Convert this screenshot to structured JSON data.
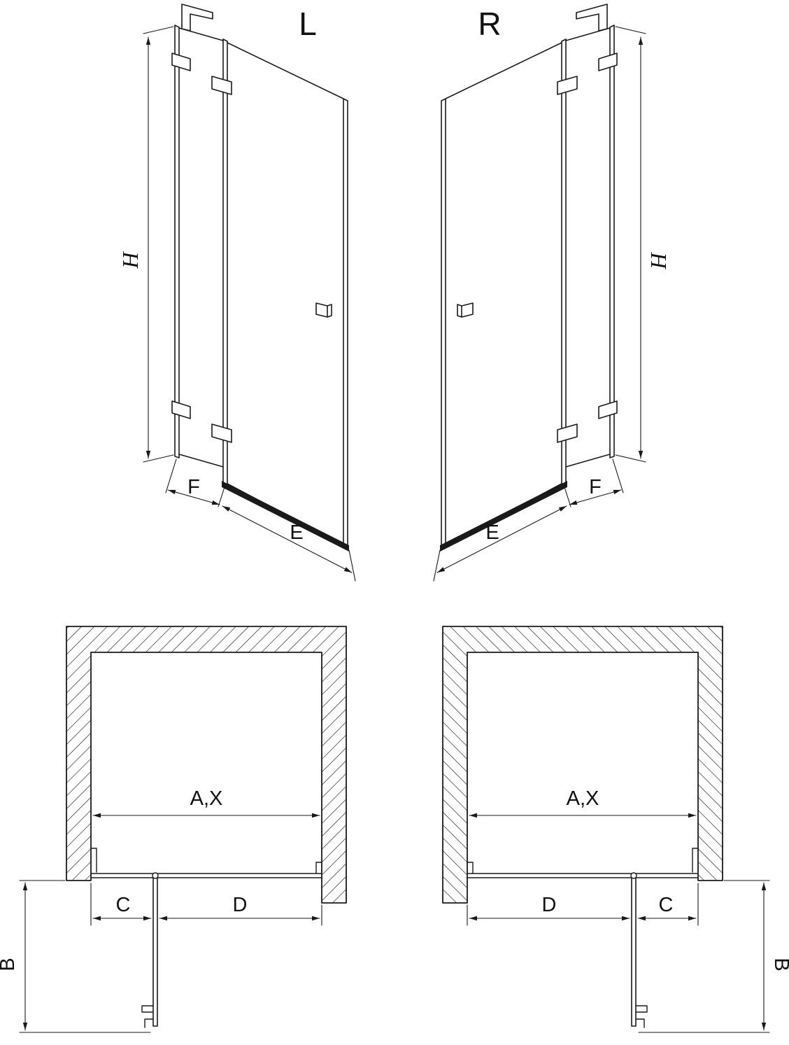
{
  "colors": {
    "line": "#1a1a1a",
    "background": "#ffffff"
  },
  "perspective_left": {
    "label": "L",
    "dim_height": "H",
    "dim_fixed_panel_width": "F",
    "dim_door_width": "E"
  },
  "perspective_right": {
    "label": "R",
    "dim_height": "H",
    "dim_fixed_panel_width": "F",
    "dim_door_width": "E"
  },
  "plan_left": {
    "dim_opening_width": "A,X",
    "dim_fixed_segment": "C",
    "dim_door_segment": "D",
    "dim_door_swing_depth": "B"
  },
  "plan_right": {
    "dim_opening_width": "A,X",
    "dim_door_segment": "D",
    "dim_fixed_segment": "C",
    "dim_door_swing_depth": "B"
  }
}
